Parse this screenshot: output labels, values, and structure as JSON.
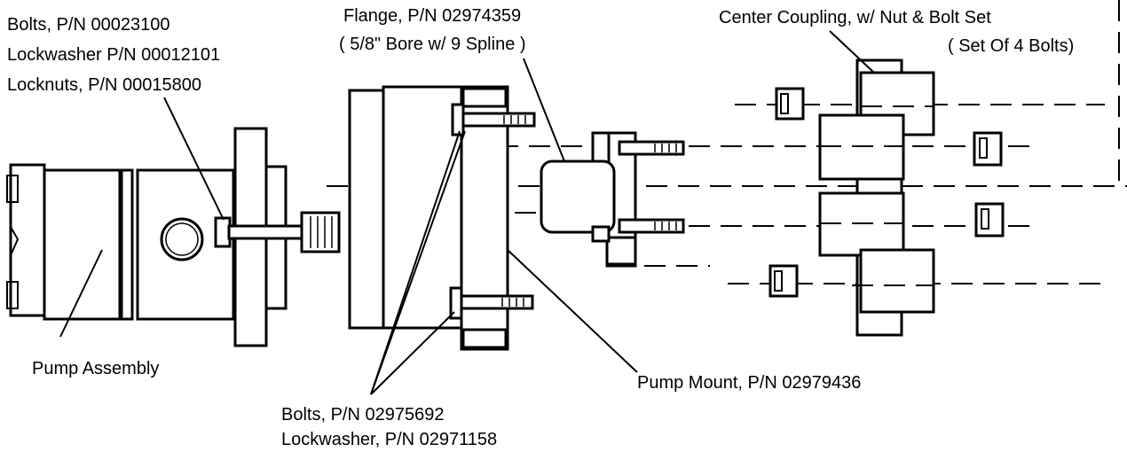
{
  "labels": {
    "bolts_top": "Bolts, P/N  00023100",
    "lockwasher_top": "Lockwasher P/N 00012101",
    "locknuts_top": "Locknuts, P/N  00015800",
    "flange": "Flange, P/N 02974359",
    "flange_bore": "( 5/8\" Bore  w/ 9 Spline )",
    "center_coupling": "Center Coupling, w/ Nut & Bolt Set",
    "coupling_set": "( Set Of 4 Bolts)",
    "pump_assembly": "Pump Assembly",
    "pump_mount": "Pump Mount, P/N 02979436",
    "bolts_bottom": "Bolts, P/N 02975692",
    "lockwasher_bottom": "Lockwasher, P/N 02971158"
  }
}
